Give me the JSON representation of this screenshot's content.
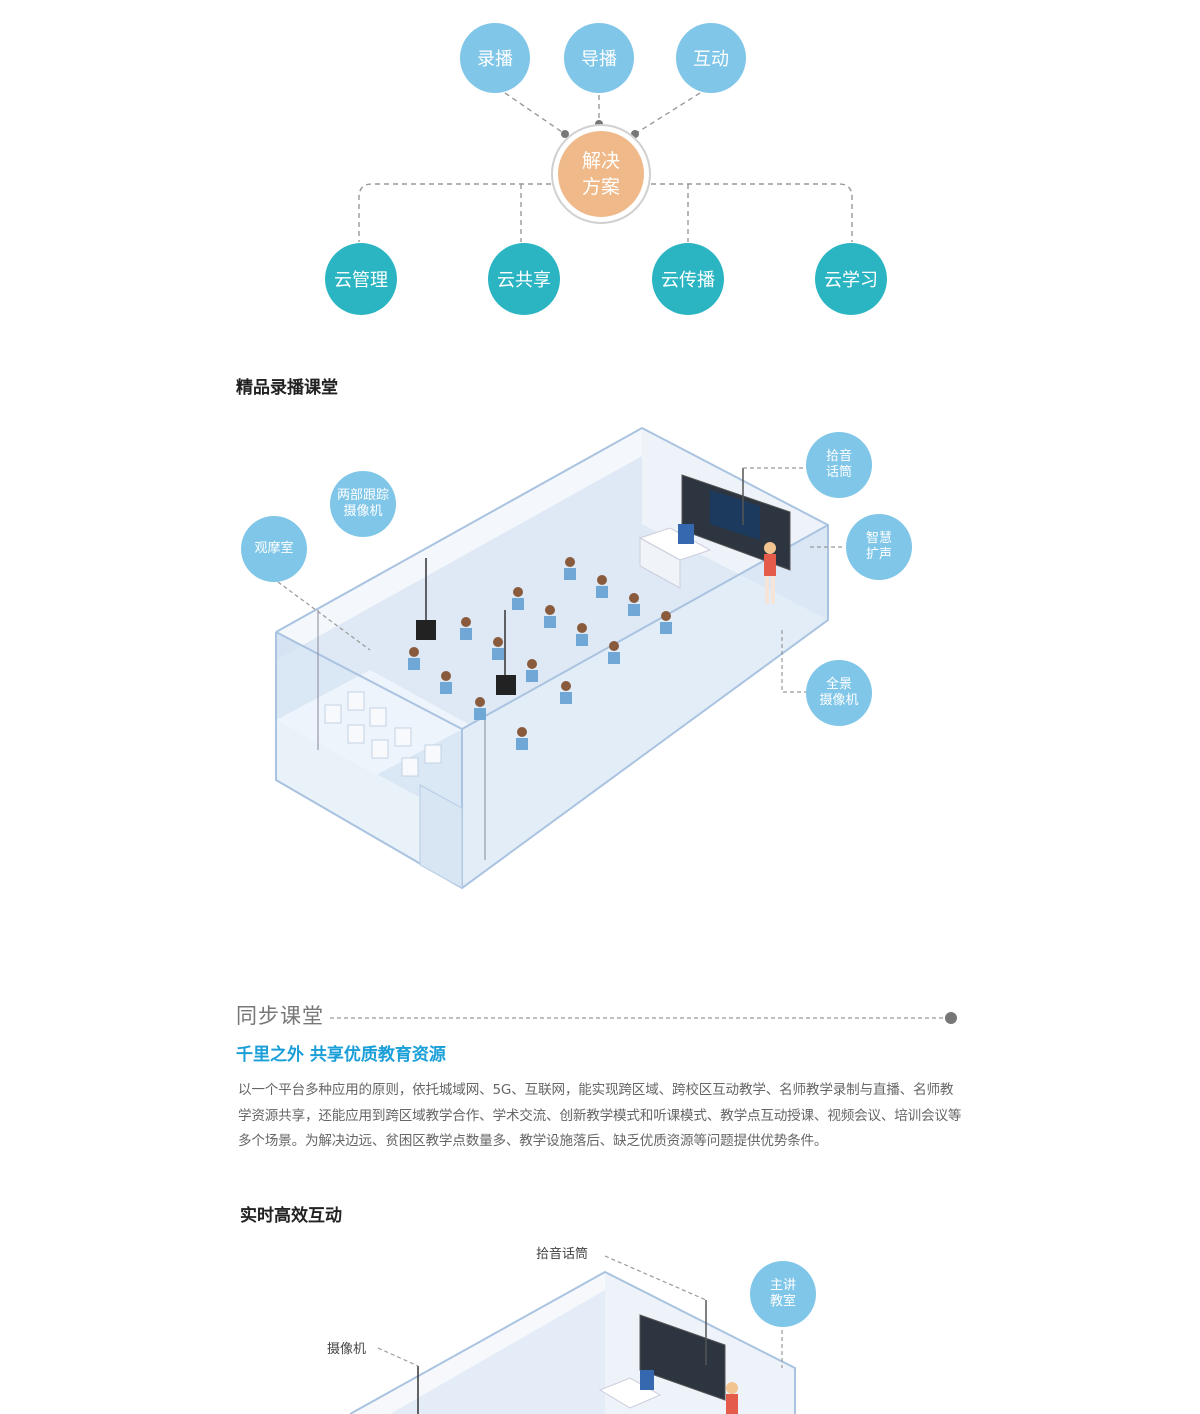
{
  "diagram": {
    "top_nodes": [
      "录播",
      "导播",
      "互动"
    ],
    "hub": "解决\n方案",
    "cloud_nodes": [
      "云管理",
      "云共享",
      "云传播",
      "云学习"
    ],
    "colors": {
      "top": "#7fc6e8",
      "hub": "#f0b98a",
      "cloud": "#2bb5c2"
    }
  },
  "classroom1": {
    "title": "精品录播课堂",
    "labels": {
      "observation": "观摩室",
      "tracking_cameras": "两部跟踪\n摄像机",
      "pickup_mic": "拾音\n话筒",
      "smart_speaker": "智慧\n扩声",
      "panoramic_camera": "全景\n摄像机"
    }
  },
  "sync": {
    "title": "同步课堂",
    "subtitle": "千里之外  共享优质教育资源",
    "body": "以一个平台多种应用的原则，依托城域网、5G、互联网，能实现跨区域、跨校区互动教学、名师教学录制与直播、名师教学资源共享，还能应用到跨区域教学合作、学术交流、创新教学模式和听课模式、教学点互动授课、视频会议、培训会议等多个场景。为解决边远、贫困区教学点数量多、教学设施落后、缺乏优质资源等问题提供优势条件。"
  },
  "classroom2": {
    "title": "实时高效互动",
    "labels": {
      "pickup_mic": "拾音话筒",
      "main_classroom": "主讲\n教室",
      "camera": "摄像机"
    }
  }
}
